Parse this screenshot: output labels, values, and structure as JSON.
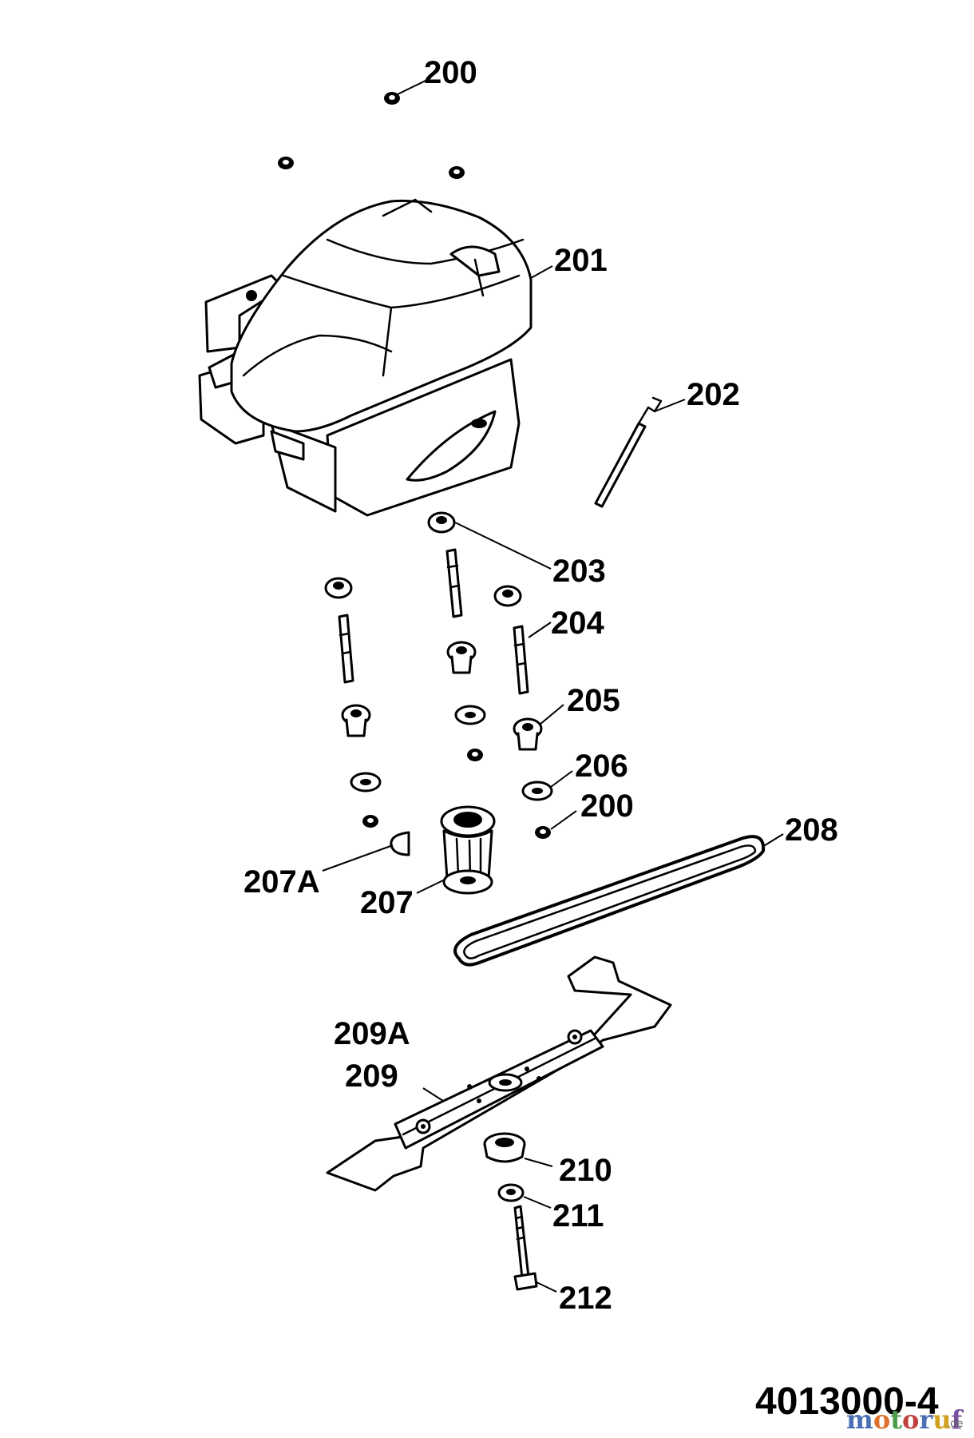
{
  "labels": {
    "l200a": "200",
    "l201": "201",
    "l202": "202",
    "l203": "203",
    "l204": "204",
    "l205": "205",
    "l206": "206",
    "l200b": "200",
    "l208": "208",
    "l207a": "207A",
    "l207": "207",
    "l209a": "209A",
    "l209": "209",
    "l210": "210",
    "l211": "211",
    "l212": "212"
  },
  "drawing_number": "4013000-4",
  "watermark": {
    "text": "motoruf",
    "suffix": ".de"
  }
}
